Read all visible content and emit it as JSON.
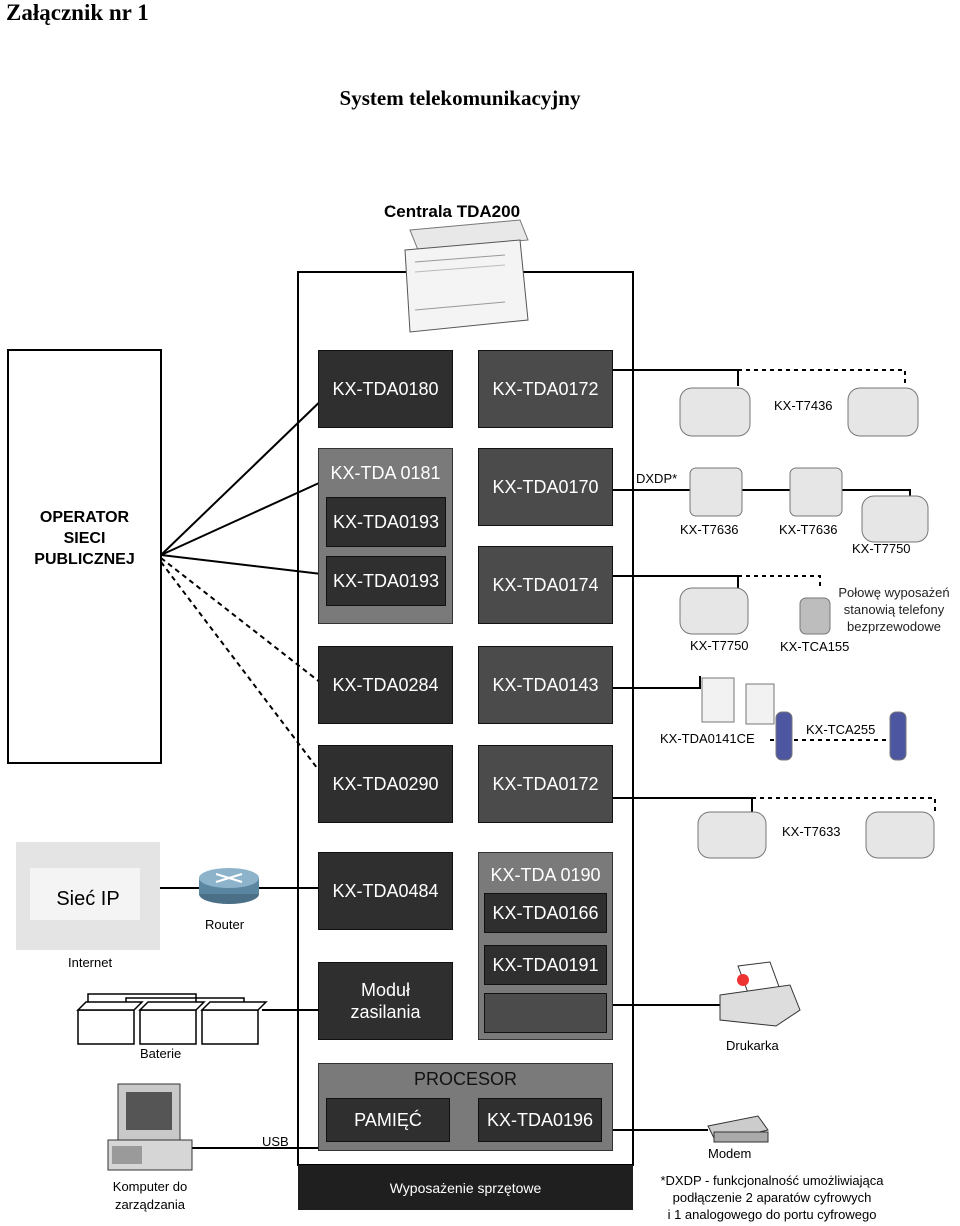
{
  "header": {
    "annex": "Załącznik nr 1",
    "title": "System telekomunikacyjny"
  },
  "central": {
    "name": "Centrala TDA200",
    "footer": "Wyposażenie sprzętowe"
  },
  "operator": {
    "line1": "OPERATOR",
    "line2": "SIECI",
    "line3": "PUBLICZNEJ"
  },
  "modules": {
    "m0180": "KX-TDA0180",
    "m0172a": "KX-TDA0172",
    "m0181": "KX-TDA 0181",
    "m0193a": "KX-TDA0193",
    "m0170": "KX-TDA0170",
    "m0193b": "KX-TDA0193",
    "m0174": "KX-TDA0174",
    "m0284": "KX-TDA0284",
    "m0143": "KX-TDA0143",
    "m0290": "KX-TDA0290",
    "m0172b": "KX-TDA0172",
    "m0484": "KX-TDA0484",
    "m0190": "KX-TDA 0190",
    "m0166": "KX-TDA0166",
    "psu1": "Moduł",
    "psu2": "zasilania",
    "m0191": "KX-TDA0191",
    "procesor": "PROCESOR",
    "pamiec": "PAMIĘĆ",
    "m0196": "KX-TDA0196"
  },
  "devices": {
    "t7436": "KX-T7436",
    "dxdp": "DXDP*",
    "t7636a": "KX-T7636",
    "t7636b": "KX-T7636",
    "t7750a": "KX-T7750",
    "t7750b": "KX-T7750",
    "tca155": "KX-TCA155",
    "note1": "Połowę wyposażeń",
    "note2": "stanowią telefony",
    "note3": "bezprzewodowe",
    "tda0141": "KX-TDA0141CE",
    "tca255": "KX-TCA255",
    "t7633": "KX-T7633"
  },
  "left": {
    "ip": "Sieć IP",
    "internet": "Internet",
    "router": "Router",
    "baterie": "Baterie",
    "usb": "USB",
    "pc1": "Komputer  do",
    "pc2": "zarządzania"
  },
  "right": {
    "printer": "Drukarka",
    "modem": "Modem",
    "fn1": "*DXDP - funkcjonalność umożliwiająca",
    "fn2": "podłączenie 2 aparatów cyfrowych",
    "fn3": "i 1 analogowego do portu cyfrowego"
  }
}
